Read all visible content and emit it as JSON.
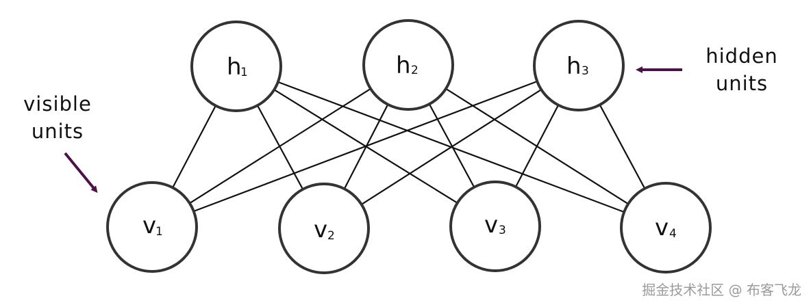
{
  "diagram": {
    "hidden_units": [
      {
        "id": "h1",
        "label": "h",
        "subscript": "1"
      },
      {
        "id": "h2",
        "label": "h",
        "subscript": "2"
      },
      {
        "id": "h3",
        "label": "h",
        "subscript": "3"
      }
    ],
    "visible_units": [
      {
        "id": "v1",
        "label": "v",
        "subscript": "1"
      },
      {
        "id": "v2",
        "label": "v",
        "subscript": "2"
      },
      {
        "id": "v3",
        "label": "v",
        "subscript": "3"
      },
      {
        "id": "v4",
        "label": "v",
        "subscript": "4"
      }
    ],
    "edges": [
      [
        "h1",
        "v1"
      ],
      [
        "h1",
        "v2"
      ],
      [
        "h1",
        "v3"
      ],
      [
        "h1",
        "v4"
      ],
      [
        "h2",
        "v1"
      ],
      [
        "h2",
        "v2"
      ],
      [
        "h2",
        "v3"
      ],
      [
        "h2",
        "v4"
      ],
      [
        "h3",
        "v1"
      ],
      [
        "h3",
        "v2"
      ],
      [
        "h3",
        "v3"
      ],
      [
        "h3",
        "v4"
      ]
    ],
    "hidden_callout": {
      "line1": "hidden",
      "line2": "units"
    },
    "visible_callout": {
      "line1": "visible",
      "line2": "units"
    },
    "arrow_color": "#4b1248"
  },
  "watermark": "掘金技术社区 @ 布客飞龙"
}
